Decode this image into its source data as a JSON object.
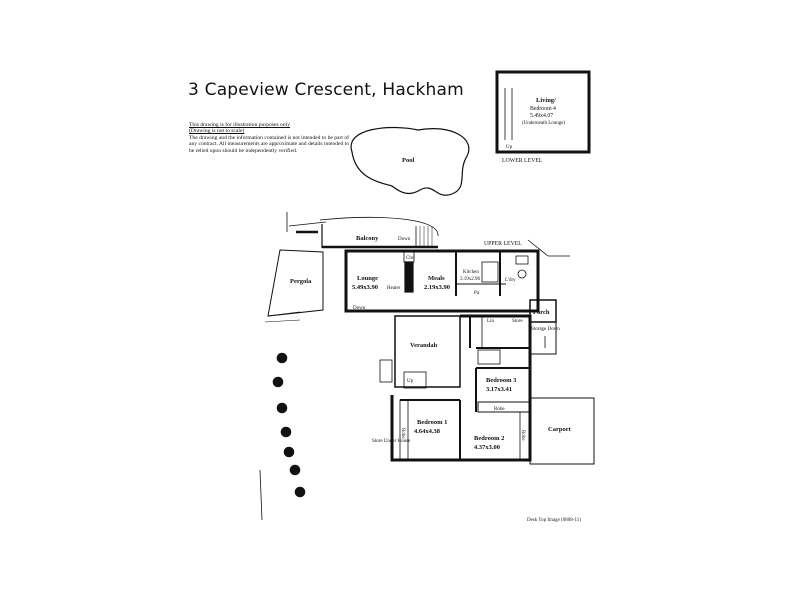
{
  "title": "3 Capeview Crescent, Hackham",
  "disclaimer": {
    "line1": "This drawing is for illustration purposes only",
    "line2": "(Drawing is not to scale)",
    "body": "The drawing and the information contained is not intended to be part of any contract. All measurements are approximate and details intended to be relied upon should be independently verified."
  },
  "rooms": {
    "pool": "Pool",
    "living": "Living/",
    "bedroom4": "Bedroom 4",
    "bedroom4_dim": "5.49x4.07",
    "bedroom4_note": "(Underneath Lounge)",
    "lower_level": "LOWER LEVEL",
    "up_lower": "Up",
    "balcony": "Balcony",
    "down_balcony": "Down",
    "upper_level": "UPPER LEVEL",
    "pergola": "Pergola",
    "lounge": "Lounge",
    "lounge_dim": "5.49x3.90",
    "heater": "Heater",
    "cbd": "Cbd",
    "meals": "Meals",
    "meals_dim": "2.19x3.90",
    "kitchen": "Kitchen",
    "kitchen_dim": "3.19x2.96",
    "pantry": "Pa",
    "ldry": "L'dry",
    "down_lounge": "Down",
    "porch": "Porch",
    "linen": "Lin",
    "store": "Store",
    "storage_down": "Storage Down",
    "verandah": "Verandah",
    "up_verandah": "Up",
    "bedroom3": "Bedroom 3",
    "bedroom3_dim": "3.17x3.41",
    "robe3": "Robe",
    "bedroom1": "Bedroom 1",
    "bedroom1_dim": "4.64x4.38",
    "robe1": "Robe",
    "bedroom2": "Bedroom 2",
    "bedroom2_dim": "4.37x3.00",
    "robe2": "Robe",
    "carport": "Carport",
    "store_under_house": "Store Under House"
  },
  "credit": "Desk Top Image (0808-11)"
}
